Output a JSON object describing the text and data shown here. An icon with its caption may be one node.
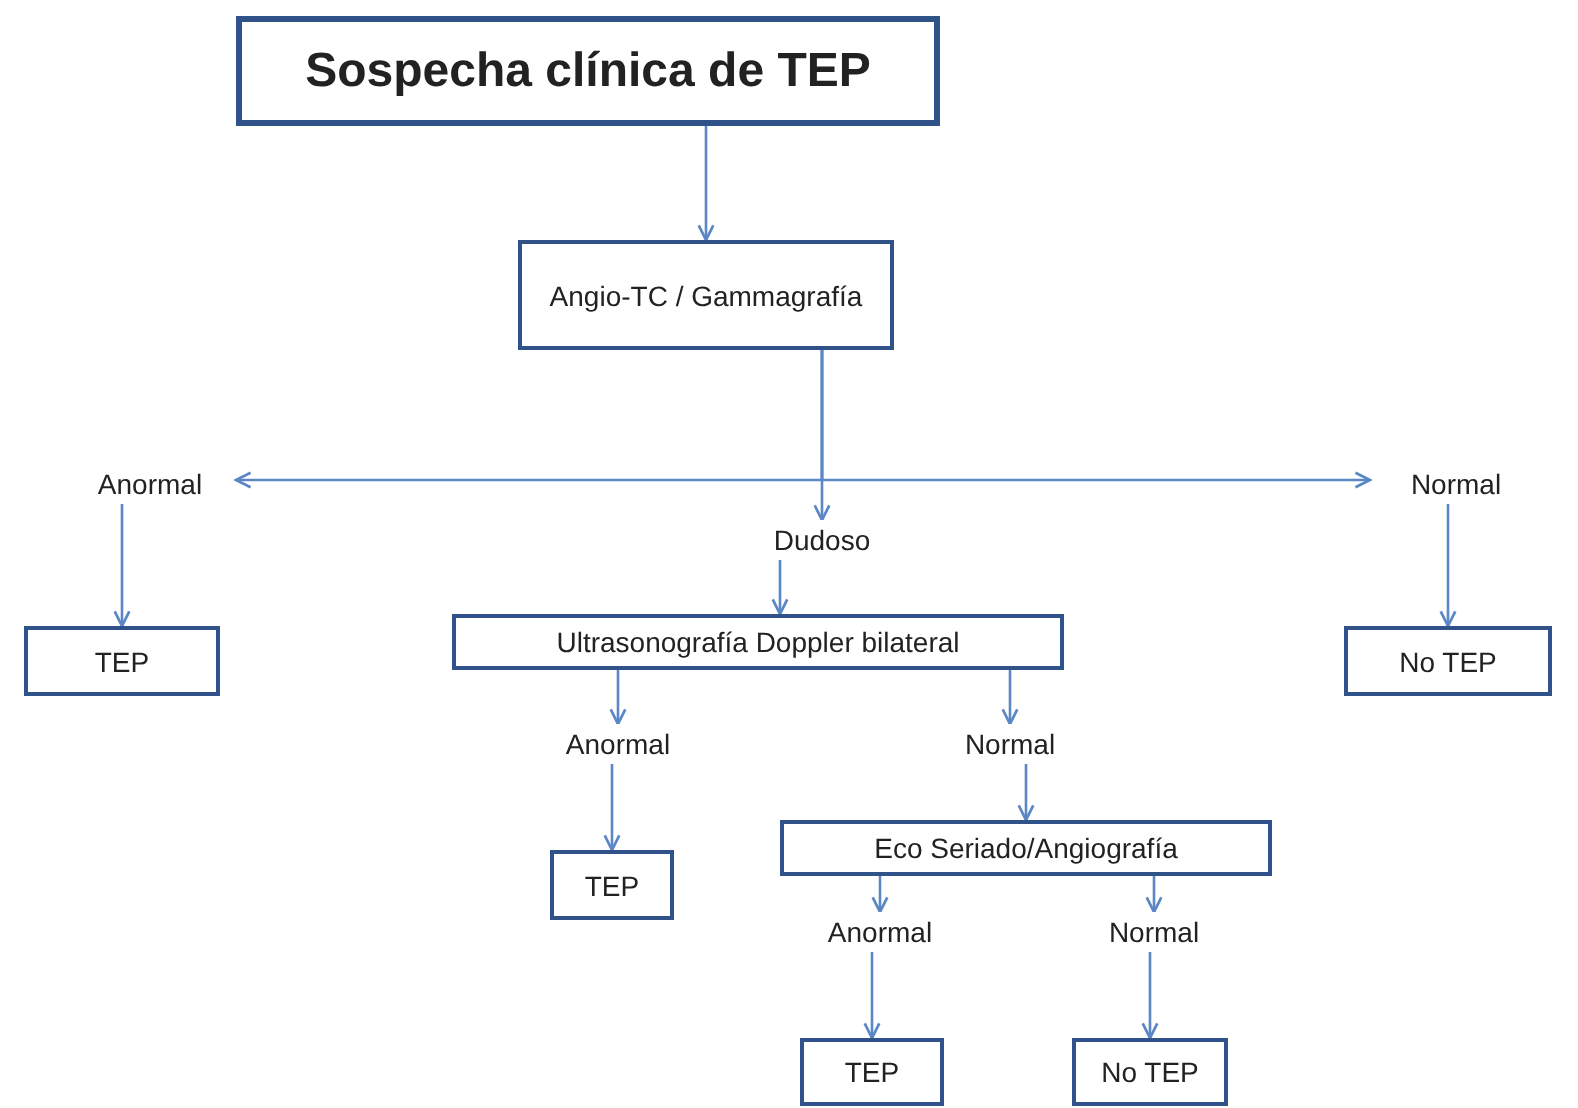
{
  "diagram": {
    "nodes": [
      {
        "text": [
          "Sospecha clínica de TEP"
        ]
      },
      {
        "text": [
          "Angio-TC / Gammagrafía"
        ]
      },
      {
        "text": [
          "Anormal"
        ]
      },
      {
        "text": [
          "Dudoso"
        ]
      },
      {
        "text": [
          "Normal"
        ]
      },
      {
        "text": [
          "TEP"
        ]
      },
      {
        "text": [
          "Ultrasonografía Doppler bilateral"
        ]
      },
      {
        "text": [
          "No TEP"
        ]
      },
      {
        "text": [
          "Anormal"
        ]
      },
      {
        "text": [
          "Normal"
        ]
      },
      {
        "text": [
          "TEP"
        ]
      },
      {
        "text": [
          "Eco Seriado/Angiografía"
        ]
      },
      {
        "text": [
          "Anormal"
        ]
      },
      {
        "text": [
          "Normal"
        ]
      },
      {
        "text": [
          "TEP"
        ]
      },
      {
        "text": [
          "No TEP"
        ]
      }
    ],
    "edges": [
      {
        "from": 0,
        "to": 1,
        "arrow": "to"
      },
      {
        "from": 1,
        "to": 2,
        "arrow": "to"
      },
      {
        "from": 1,
        "to": 3,
        "arrow": "to"
      },
      {
        "from": 1,
        "to": 4,
        "arrow": "to"
      },
      {
        "from": 2,
        "to": 5,
        "arrow": "to"
      },
      {
        "from": 3,
        "to": 6,
        "arrow": "to"
      },
      {
        "from": 4,
        "to": 7,
        "arrow": "to"
      },
      {
        "from": 6,
        "to": 8,
        "arrow": "to"
      },
      {
        "from": 6,
        "to": 9,
        "arrow": "to"
      },
      {
        "from": 8,
        "to": 10,
        "arrow": "to"
      },
      {
        "from": 9,
        "to": 11,
        "arrow": "to"
      },
      {
        "from": 11,
        "to": 12,
        "arrow": "to"
      },
      {
        "from": 11,
        "to": 13,
        "arrow": "to"
      },
      {
        "from": 12,
        "to": 14,
        "arrow": "to"
      },
      {
        "from": 13,
        "to": 15,
        "arrow": "to"
      }
    ]
  }
}
